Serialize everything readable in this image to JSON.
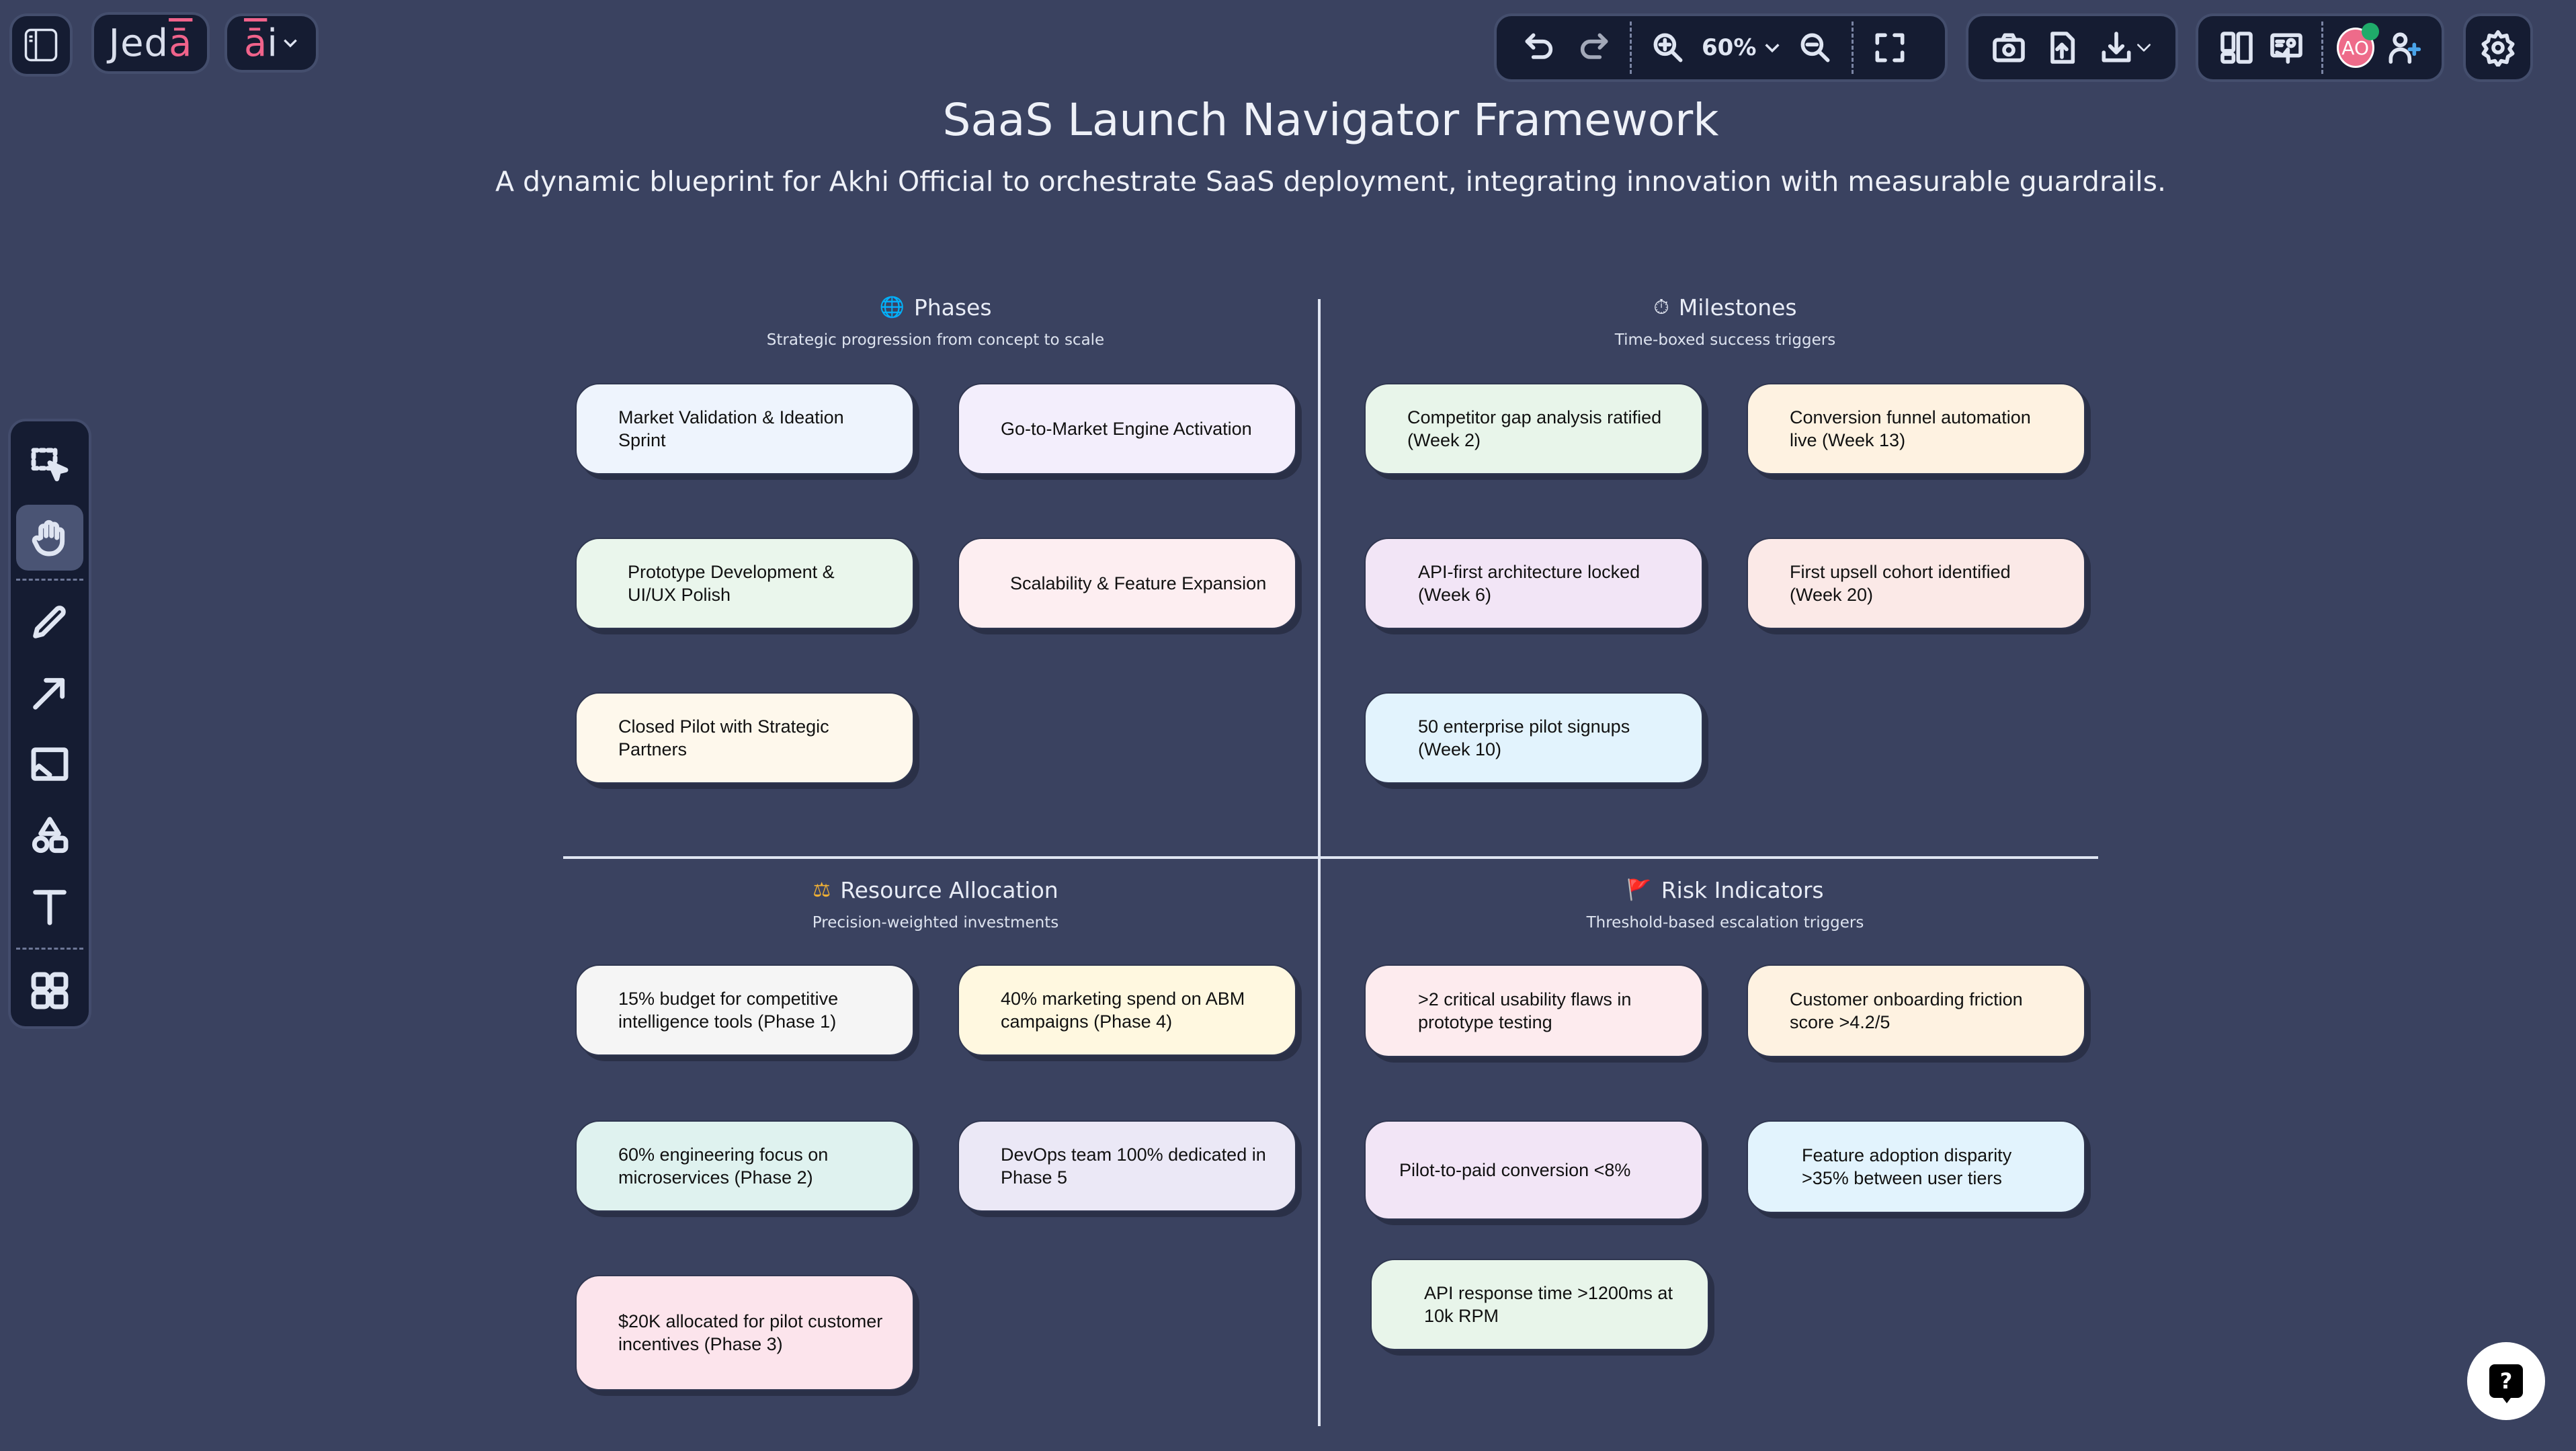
{
  "app": {
    "logo_prefix": "Jed",
    "logo_accent": "ā",
    "ai_accent": "ā",
    "ai_suffix": "i"
  },
  "toolbar": {
    "zoom_level": "60%",
    "icons": [
      "undo-icon",
      "redo-icon",
      "zoom-in-icon",
      "zoom-out-icon",
      "fullscreen-icon",
      "camera-icon",
      "upload-file-icon",
      "download-icon",
      "layout-icon",
      "present-icon",
      "avatar",
      "add-user-icon",
      "gear-icon"
    ],
    "avatar_initials": "AO",
    "avatar_color": "#ee6b8a",
    "presence_color": "#1fab6a"
  },
  "left_toolbar": {
    "tools": [
      "select",
      "hand",
      "pencil",
      "arrow",
      "image",
      "shapes",
      "text",
      "templates"
    ],
    "active_tool": "hand"
  },
  "page": {
    "title": "SaaS Launch Navigator Framework",
    "subtitle": "A dynamic blueprint for Akhi Official to orchestrate SaaS deployment, integrating innovation with measurable guardrails."
  },
  "sections": {
    "phases": {
      "icon": "🌐",
      "title": "Phases",
      "subtitle": "Strategic progression from concept to scale",
      "cards": [
        {
          "text": "Market Validation & Ideation Sprint",
          "color": "#eef4fd"
        },
        {
          "text": "Go-to-Market Engine Activation",
          "color": "#f3eefc"
        },
        {
          "text": "Prototype Development & UI/UX Polish",
          "color": "#eaf6ec"
        },
        {
          "text": "Scalability & Feature Expansion",
          "color": "#fdeef1"
        },
        {
          "text": "Closed Pilot with Strategic Partners",
          "color": "#fef8ec"
        }
      ]
    },
    "milestones": {
      "icon": "⏱",
      "title": "Milestones",
      "subtitle": "Time-boxed success triggers",
      "cards": [
        {
          "text": "Competitor gap analysis ratified (Week 2)",
          "color": "#e8f5ea"
        },
        {
          "text": "Conversion funnel automation live (Week 13)",
          "color": "#fef2e1"
        },
        {
          "text": "API-first architecture locked (Week 6)",
          "color": "#f2e5f6"
        },
        {
          "text": "First upsell cohort identified (Week 20)",
          "color": "#fbe9e7"
        },
        {
          "text": "50 enterprise pilot signups (Week 10)",
          "color": "#e2f3fd"
        }
      ]
    },
    "resources": {
      "icon": "⚖",
      "title": "Resource Allocation",
      "subtitle": "Precision-weighted investments",
      "cards": [
        {
          "text": "15% budget for competitive intelligence tools (Phase 1)",
          "color": "#f5f5f5"
        },
        {
          "text": "40% marketing spend on ABM campaigns (Phase 4)",
          "color": "#fff8e0"
        },
        {
          "text": "60% engineering focus on microservices (Phase 2)",
          "color": "#dff2ef"
        },
        {
          "text": "DevOps team 100% dedicated in Phase 5",
          "color": "#ebe8f6"
        },
        {
          "text": "$20K allocated for pilot customer incentives (Phase 3)",
          "color": "#fce4ec"
        }
      ]
    },
    "risks": {
      "icon": "🚩",
      "title": "Risk Indicators",
      "subtitle": "Threshold-based escalation triggers",
      "cards": [
        {
          "text": ">2 critical usability flaws in prototype testing",
          "color": "#fdebee"
        },
        {
          "text": "Customer onboarding friction score >4.2/5",
          "color": "#fef2e1"
        },
        {
          "text": "Pilot-to-paid conversion <8%",
          "color": "#f2e5f6"
        },
        {
          "text": "Feature adoption disparity >35% between user tiers",
          "color": "#e2f3fd"
        },
        {
          "text": "API response time >1200ms at 10k RPM",
          "color": "#e8f5ea"
        }
      ]
    }
  },
  "help": {
    "label": "?"
  }
}
